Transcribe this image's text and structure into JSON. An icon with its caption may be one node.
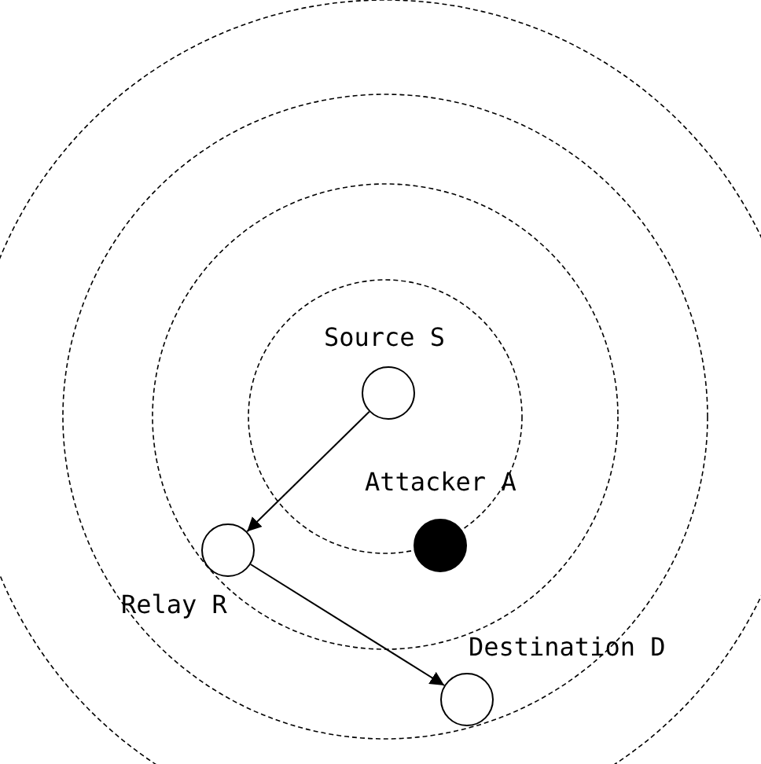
{
  "diagram": {
    "nodes": [
      {
        "text": [
          "Source S"
        ]
      },
      {
        "text": [
          "Attacker A"
        ]
      },
      {
        "text": [
          "Relay R"
        ]
      },
      {
        "text": [
          "Destination D"
        ]
      }
    ],
    "edges": [
      {
        "from": 0,
        "to": 2,
        "arrow": "to"
      },
      {
        "from": 2,
        "to": 3,
        "arrow": "to"
      }
    ]
  }
}
